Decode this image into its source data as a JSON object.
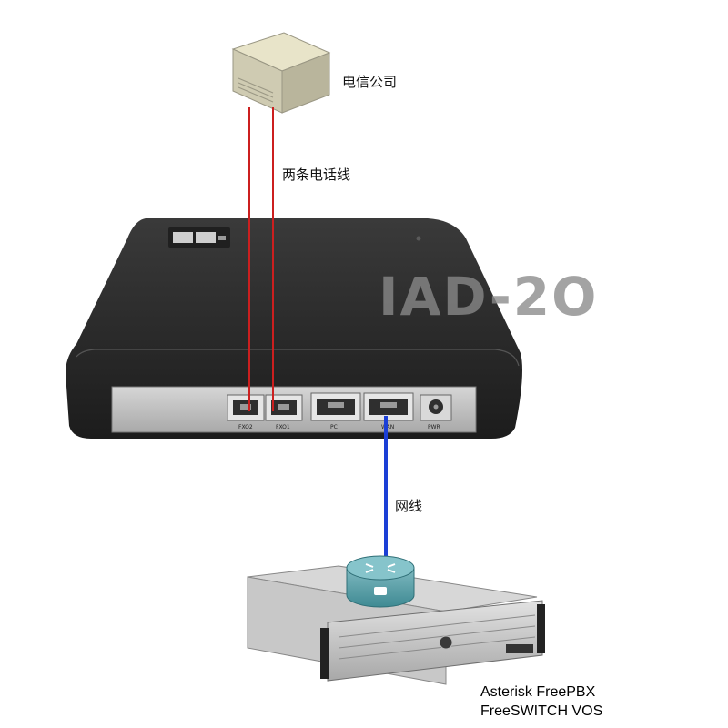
{
  "telecom": {
    "label": "电信公司"
  },
  "phone_lines": {
    "label": "两条电话线"
  },
  "device": {
    "model": "IAD-2O"
  },
  "ports": {
    "fxo2": "FXO2",
    "fxo1": "FXO1",
    "pc": "PC",
    "wan": "WAN",
    "pwr": "PWR"
  },
  "network_cable": {
    "label": "网线"
  },
  "server": {
    "line1": "Asterisk  FreePBX",
    "line2": "FreeSWITCH  VOS"
  },
  "colors": {
    "phone_line": "#cc1f1f",
    "network_cable": "#1b3fd6",
    "device_body": "#2a2a2a",
    "panel": "#bdbdbd"
  }
}
